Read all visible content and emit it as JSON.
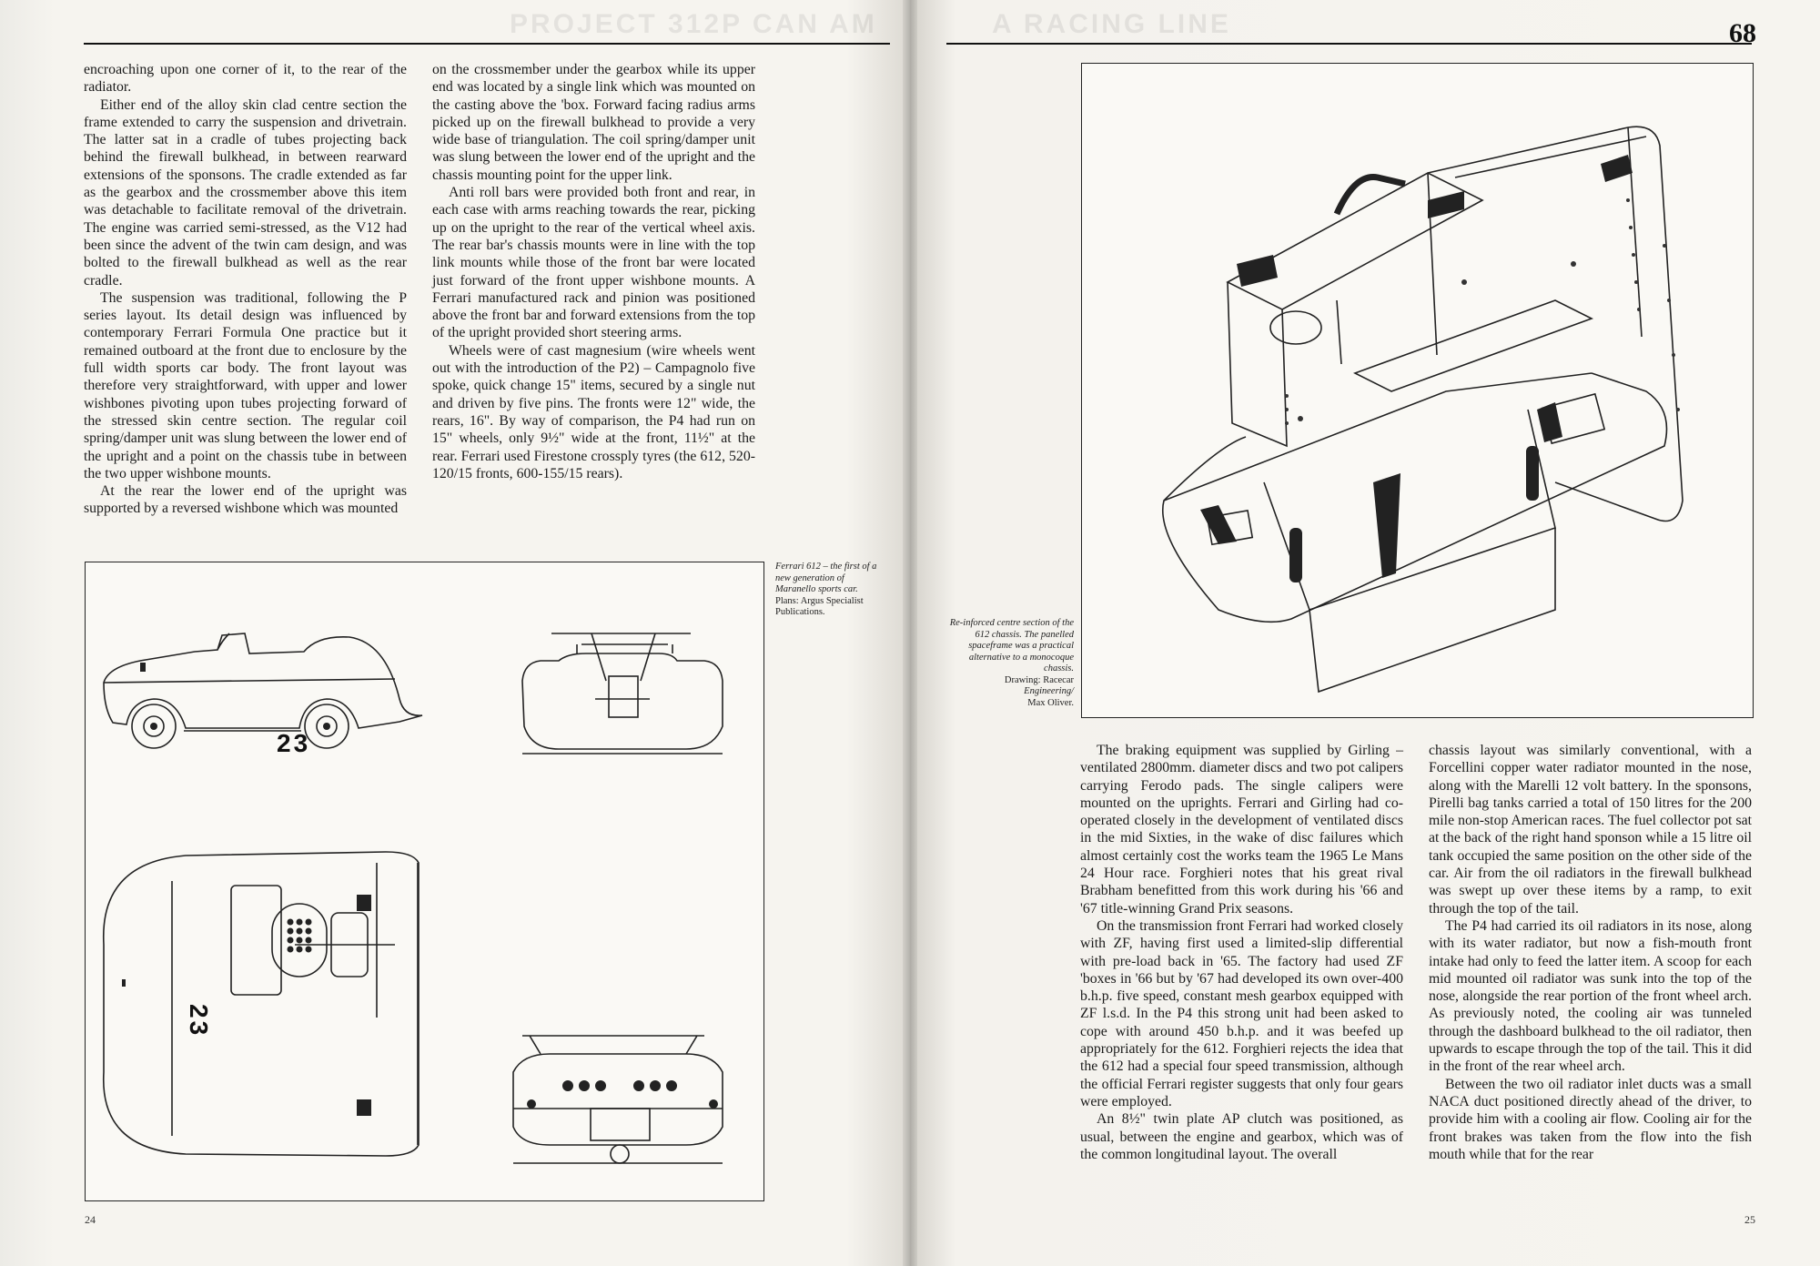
{
  "left_page": {
    "folio": "24",
    "col1": [
      "encroaching upon one corner of it, to the rear of the radiator.",
      "Either end of the alloy skin clad centre section the frame extended to carry the suspension and drivetrain. The latter sat in a cradle of tubes projecting back behind the firewall bulkhead, in between rearward extensions of the sponsons. The cradle extended as far as the gearbox and the crossmember above this item was detachable to facilitate removal of the drivetrain. The engine was carried semi-stressed, as the V12 had been since the advent of the twin cam design, and was bolted to the firewall bulkhead as well as the rear cradle.",
      "The suspension was traditional, following the P series layout. Its detail design was influenced by contemporary Ferrari Formula One practice but it remained outboard at the front due to enclosure by the full width sports car body. The front layout was therefore very straightforward, with upper and lower wishbones pivoting upon tubes projecting forward of the stressed skin centre section. The regular coil spring/damper unit was slung between the lower end of the upright and a point on the chassis tube in between the two upper wishbone mounts.",
      "At the rear the lower end of the upright was supported by a reversed wishbone which was mounted"
    ],
    "col2": [
      "on the crossmember under the gearbox while its upper end was located by a single link which was mounted on the casting above the 'box. Forward facing radius arms picked up on the firewall bulkhead to provide a very wide base of triangulation. The coil spring/damper unit was slung between the lower end of the upright and the chassis mounting point for the upper link.",
      "Anti roll bars were provided both front and rear, in each case with arms reaching towards the rear, picking up on the upright to the rear of the vertical wheel axis. The rear bar's chassis mounts were in line with the top link mounts while those of the front bar were located just forward of the front upper wishbone mounts. A Ferrari manufactured rack and pinion was positioned above the front bar and forward extensions from the top of the upright provided short steering arms.",
      "Wheels were of cast magnesium (wire wheels went out with the introduction of the P2) – Campagnolo five spoke, quick change 15\" items, secured by a single nut and driven by five pins. The fronts were 12\" wide, the rears, 16\". By way of comparison, the P4 had run on 15\" wheels, only 9½\" wide at the front, 11½\" at the rear. Ferrari used Firestone crossply tyres (the 612, 520-120/15 fronts, 600-155/15 rears)."
    ],
    "caption": {
      "italic": "Ferrari 612 – the first of a new generation of Maranello sports car.",
      "credit": "Plans: Argus Specialist Publications."
    },
    "car_number": "23"
  },
  "right_page": {
    "folio": "25",
    "top_number": "68",
    "caption": {
      "italic": "Re-inforced centre section of the 612 chassis. The panelled spaceframe was a practical alternative to a monocoque chassis.",
      "credit1": "Drawing: Racecar",
      "credit2": "Engineering/",
      "credit3": "Max Oliver."
    },
    "col1": [
      "The braking equipment was supplied by Girling – ventilated 2800mm. diameter discs and two pot calipers carrying Ferodo pads. The single calipers were mounted on the uprights. Ferrari and Girling had co-operated closely in the development of ventilated discs in the mid Sixties, in the wake of disc failures which almost certainly cost the works team the 1965 Le Mans 24 Hour race. Forghieri notes that his great rival Brabham benefitted from this work during his '66 and '67 title-winning Grand Prix seasons.",
      "On the transmission front Ferrari had worked closely with ZF, having first used a limited-slip differential with pre-load back in '65. The factory had used ZF 'boxes in '66 but by '67 had developed its own over-400 b.h.p. five speed, constant mesh gearbox equipped with ZF l.s.d. In the P4 this strong unit had been asked to cope with around 450 b.h.p. and it was beefed up appropriately for the 612. Forghieri rejects the idea that the 612 had a special four speed transmission, although the official Ferrari register suggests that only four gears were employed.",
      "An 8½\" twin plate AP clutch was positioned, as usual, between the engine and gearbox, which was of the common longitudinal layout. The overall"
    ],
    "col2": [
      "chassis layout was similarly conventional, with a Forcellini copper water radiator mounted in the nose, along with the Marelli 12 volt battery. In the sponsons, Pirelli bag tanks carried a total of 150 litres for the 200 mile non-stop American races. The fuel collector pot sat at the back of the right hand sponson while a 15 litre oil tank occupied the same position on the other side of the car. Air from the oil radiators in the firewall bulkhead was swept up over these items by a ramp, to exit through the top of the tail.",
      "The P4 had carried its oil radiators in its nose, along with its water radiator, but now a fish-mouth front intake had only to feed the latter item. A scoop for each mid mounted oil radiator was sunk into the top of the nose, alongside the rear portion of the front wheel arch. As previously noted, the cooling air was tunneled through the dashboard bulkhead to the oil radiator, then upwards to escape through the top of the tail. This it did in the front of the rear wheel arch.",
      "Between the two oil radiator inlet ducts was a small NACA duct positioned directly ahead of the driver, to provide him with a cooling air flow. Cooling air for the front brakes was taken from the flow into the fish mouth while that for the rear"
    ]
  },
  "colors": {
    "paper": "#f6f4ef",
    "ink": "#1a1a1a",
    "ghost": "#cfcdc8"
  }
}
